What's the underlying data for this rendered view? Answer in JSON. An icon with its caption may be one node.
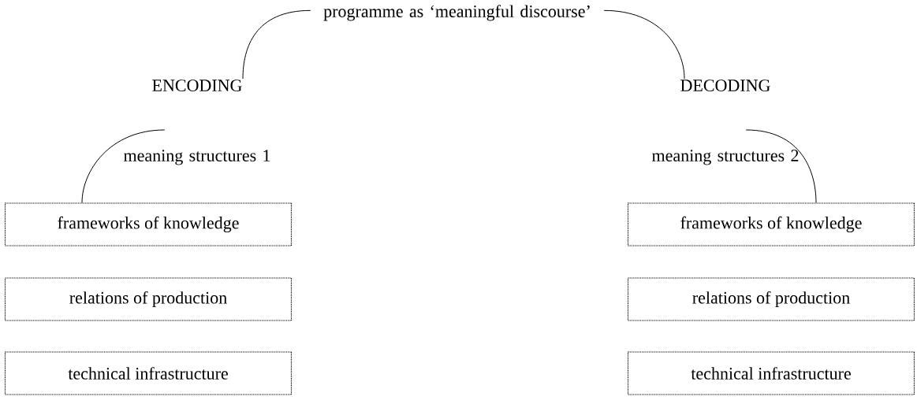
{
  "diagram": {
    "nodes": [
      {
        "text": [
          "programme as ‘meaningful discourse’"
        ]
      },
      {
        "text": [
          "ENCODING",
          "meaning structures 1"
        ]
      },
      {
        "text": [
          "DECODING",
          "meaning structures 2"
        ]
      },
      {
        "text": [
          "frameworks of knowledge"
        ]
      },
      {
        "text": [
          "relations of production"
        ]
      },
      {
        "text": [
          "technical infrastructure"
        ]
      },
      {
        "text": [
          "frameworks of knowledge"
        ]
      },
      {
        "text": [
          "relations of production"
        ]
      },
      {
        "text": [
          "technical infrastructure"
        ]
      }
    ],
    "edges": [
      {
        "from": 0,
        "to": 1,
        "arrow": "none"
      },
      {
        "from": 0,
        "to": 2,
        "arrow": "none"
      },
      {
        "from": 1,
        "to": 3,
        "arrow": "none"
      },
      {
        "from": 2,
        "to": 6,
        "arrow": "none"
      }
    ]
  }
}
